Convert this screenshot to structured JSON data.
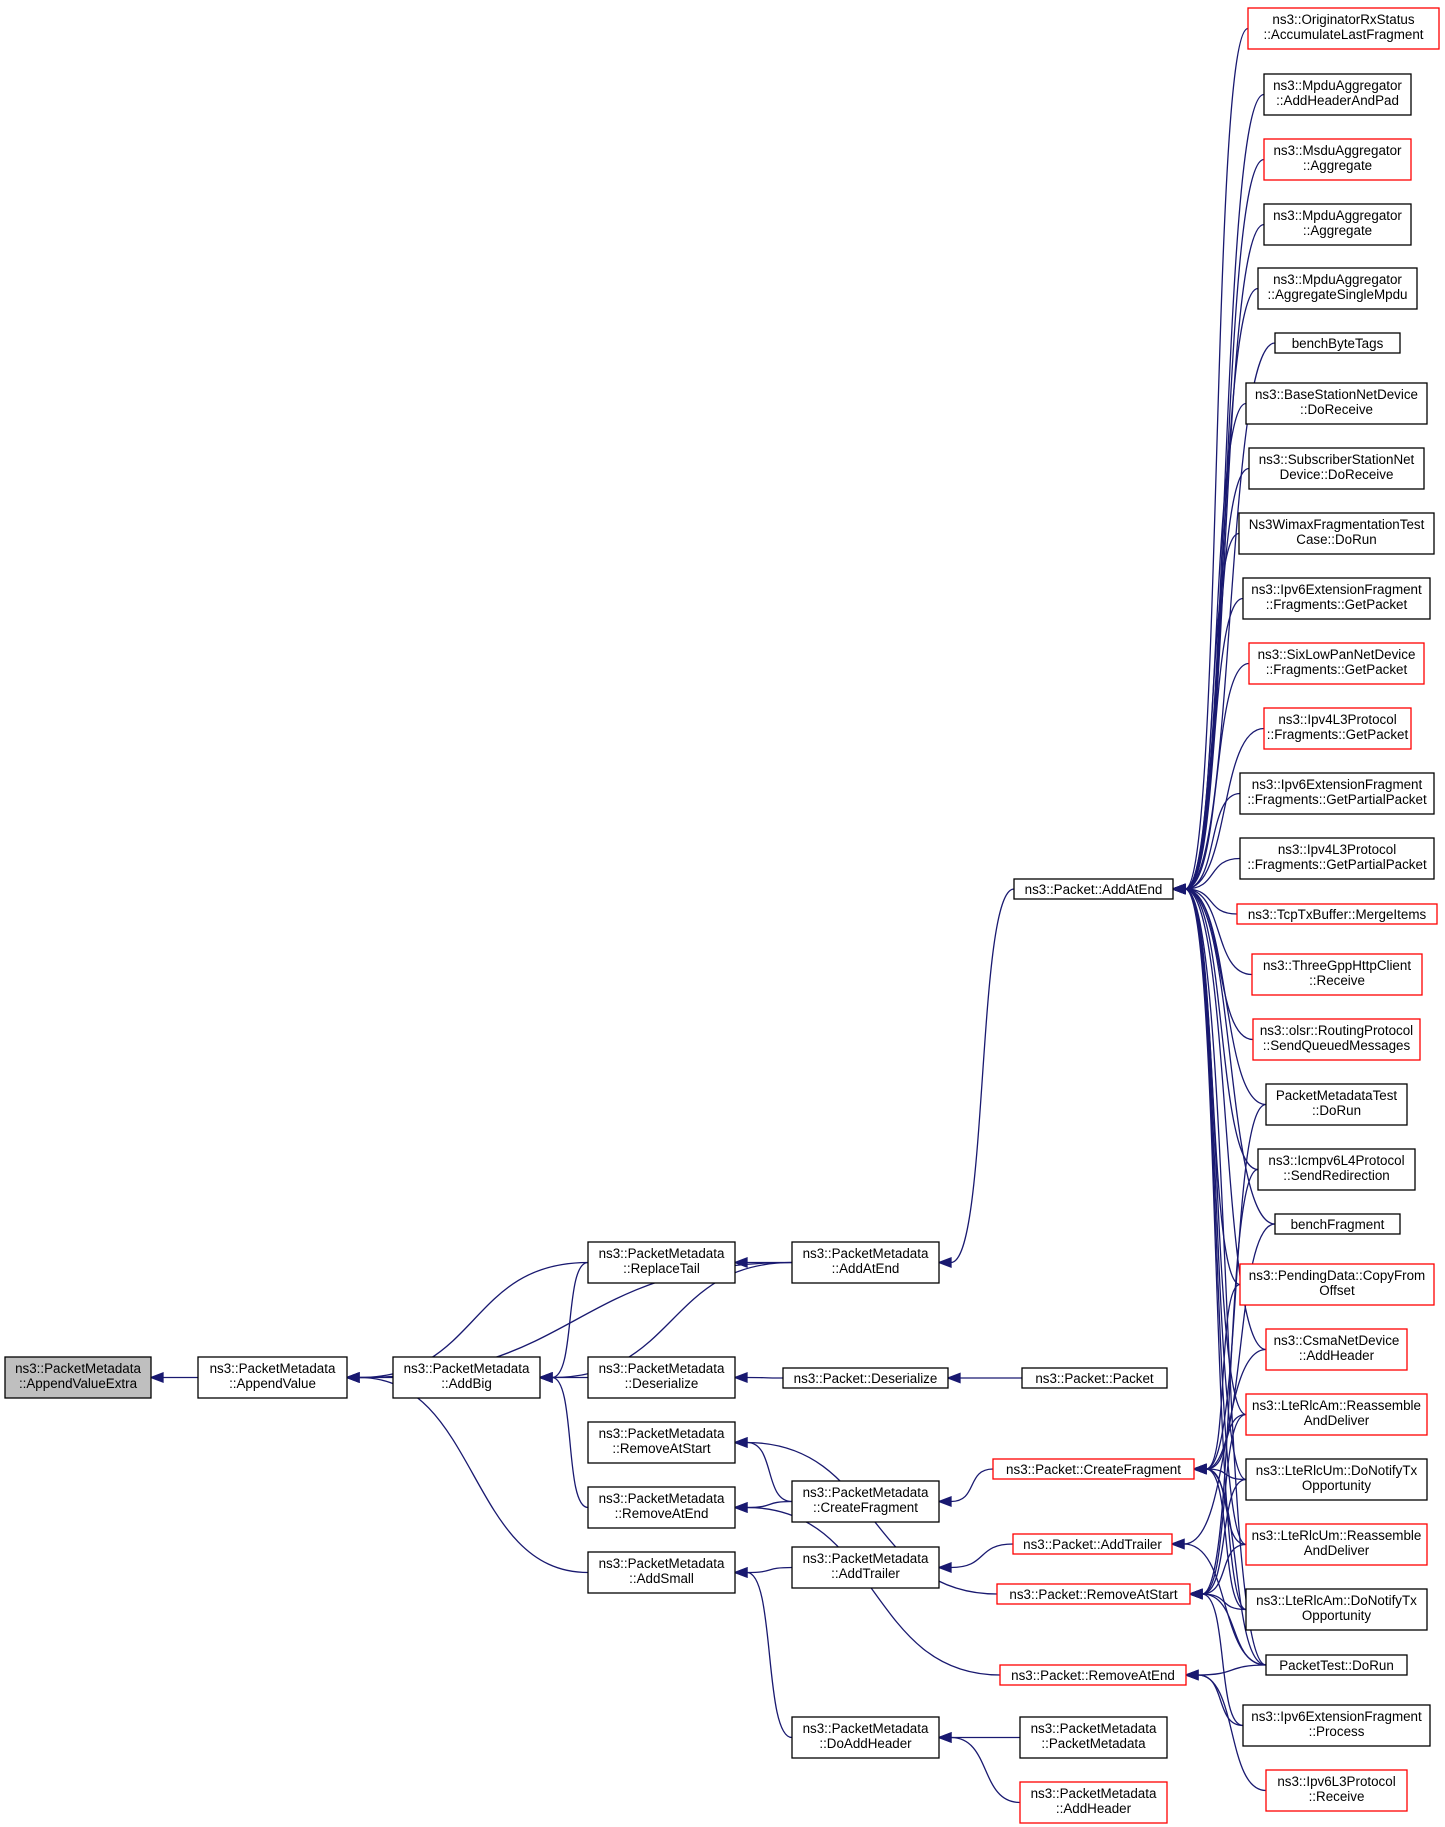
{
  "graph": {
    "colors": {
      "edge": "#191970",
      "truncated_border": "#ff0000",
      "normal_border": "#000000",
      "root_fill": "#bfbfbf"
    },
    "nodes": [
      {
        "id": "root",
        "lines": [
          "ns3::PacketMetadata",
          "::AppendValueExtra"
        ],
        "style": "root"
      },
      {
        "id": "appendValue",
        "lines": [
          "ns3::PacketMetadata",
          "::AppendValue"
        ],
        "style": "normal"
      },
      {
        "id": "addBig",
        "lines": [
          "ns3::PacketMetadata",
          "::AddBig"
        ],
        "style": "normal"
      },
      {
        "id": "replaceTail",
        "lines": [
          "ns3::PacketMetadata",
          "::ReplaceTail"
        ],
        "style": "normal"
      },
      {
        "id": "pmAddAtEnd",
        "lines": [
          "ns3::PacketMetadata",
          "::AddAtEnd"
        ],
        "style": "normal"
      },
      {
        "id": "pmDeserialize",
        "lines": [
          "ns3::PacketMetadata",
          "::Deserialize"
        ],
        "style": "normal"
      },
      {
        "id": "pDeserialize",
        "lines": [
          "ns3::Packet::Deserialize"
        ],
        "style": "normal"
      },
      {
        "id": "pPacket",
        "lines": [
          "ns3::Packet::Packet"
        ],
        "style": "normal"
      },
      {
        "id": "pmRemoveAtStart",
        "lines": [
          "ns3::PacketMetadata",
          "::RemoveAtStart"
        ],
        "style": "normal"
      },
      {
        "id": "pmRemoveAtEnd",
        "lines": [
          "ns3::PacketMetadata",
          "::RemoveAtEnd"
        ],
        "style": "normal"
      },
      {
        "id": "pmCreateFragment",
        "lines": [
          "ns3::PacketMetadata",
          "::CreateFragment"
        ],
        "style": "normal"
      },
      {
        "id": "addSmall",
        "lines": [
          "ns3::PacketMetadata",
          "::AddSmall"
        ],
        "style": "normal"
      },
      {
        "id": "pmAddTrailer",
        "lines": [
          "ns3::PacketMetadata",
          "::AddTrailer"
        ],
        "style": "normal"
      },
      {
        "id": "pmDoAddHeader",
        "lines": [
          "ns3::PacketMetadata",
          "::DoAddHeader"
        ],
        "style": "normal"
      },
      {
        "id": "pmPacketMetadata",
        "lines": [
          "ns3::PacketMetadata",
          "::PacketMetadata"
        ],
        "style": "normal"
      },
      {
        "id": "pmAddHeader",
        "lines": [
          "ns3::PacketMetadata",
          "::AddHeader"
        ],
        "style": "red"
      },
      {
        "id": "pAddAtEnd",
        "lines": [
          "ns3::Packet::AddAtEnd"
        ],
        "style": "normal"
      },
      {
        "id": "pCreateFragment",
        "lines": [
          "ns3::Packet::CreateFragment"
        ],
        "style": "red"
      },
      {
        "id": "pAddTrailer",
        "lines": [
          "ns3::Packet::AddTrailer"
        ],
        "style": "red"
      },
      {
        "id": "pRemoveAtStart",
        "lines": [
          "ns3::Packet::RemoveAtStart"
        ],
        "style": "red"
      },
      {
        "id": "pRemoveAtEnd",
        "lines": [
          "ns3::Packet::RemoveAtEnd"
        ],
        "style": "red"
      },
      {
        "id": "origRx",
        "lines": [
          "ns3::OriginatorRxStatus",
          "::AccumulateLastFragment"
        ],
        "style": "red"
      },
      {
        "id": "mpduAddHdr",
        "lines": [
          "ns3::MpduAggregator",
          "::AddHeaderAndPad"
        ],
        "style": "normal"
      },
      {
        "id": "msduAgg",
        "lines": [
          "ns3::MsduAggregator",
          "::Aggregate"
        ],
        "style": "red"
      },
      {
        "id": "mpduAgg",
        "lines": [
          "ns3::MpduAggregator",
          "::Aggregate"
        ],
        "style": "normal"
      },
      {
        "id": "mpduAggSingle",
        "lines": [
          "ns3::MpduAggregator",
          "::AggregateSingleMpdu"
        ],
        "style": "normal"
      },
      {
        "id": "benchByteTags",
        "lines": [
          "benchByteTags"
        ],
        "style": "normal"
      },
      {
        "id": "bsDoReceive",
        "lines": [
          "ns3::BaseStationNetDevice",
          "::DoReceive"
        ],
        "style": "normal"
      },
      {
        "id": "ssDoReceive",
        "lines": [
          "ns3::SubscriberStationNet",
          "Device::DoReceive"
        ],
        "style": "normal"
      },
      {
        "id": "wimaxFrag",
        "lines": [
          "Ns3WimaxFragmentationTest",
          "Case::DoRun"
        ],
        "style": "normal"
      },
      {
        "id": "ipv6ExtGet",
        "lines": [
          "ns3::Ipv6ExtensionFragment",
          "::Fragments::GetPacket"
        ],
        "style": "normal"
      },
      {
        "id": "sixLowPanGet",
        "lines": [
          "ns3::SixLowPanNetDevice",
          "::Fragments::GetPacket"
        ],
        "style": "red"
      },
      {
        "id": "ipv4Get",
        "lines": [
          "ns3::Ipv4L3Protocol",
          "::Fragments::GetPacket"
        ],
        "style": "red"
      },
      {
        "id": "ipv6ExtPartial",
        "lines": [
          "ns3::Ipv6ExtensionFragment",
          "::Fragments::GetPartialPacket"
        ],
        "style": "normal"
      },
      {
        "id": "ipv4Partial",
        "lines": [
          "ns3::Ipv4L3Protocol",
          "::Fragments::GetPartialPacket"
        ],
        "style": "normal"
      },
      {
        "id": "tcpTx",
        "lines": [
          "ns3::TcpTxBuffer::MergeItems"
        ],
        "style": "red"
      },
      {
        "id": "threeGpp",
        "lines": [
          "ns3::ThreeGppHttpClient",
          "::Receive"
        ],
        "style": "red"
      },
      {
        "id": "olsr",
        "lines": [
          "ns3::olsr::RoutingProtocol",
          "::SendQueuedMessages"
        ],
        "style": "red"
      },
      {
        "id": "pmTest",
        "lines": [
          "PacketMetadataTest",
          "::DoRun"
        ],
        "style": "normal"
      },
      {
        "id": "icmpv6",
        "lines": [
          "ns3::Icmpv6L4Protocol",
          "::SendRedirection"
        ],
        "style": "normal"
      },
      {
        "id": "benchFragment",
        "lines": [
          "benchFragment"
        ],
        "style": "normal"
      },
      {
        "id": "pendingData",
        "lines": [
          "ns3::PendingData::CopyFrom",
          "Offset"
        ],
        "style": "red"
      },
      {
        "id": "csma",
        "lines": [
          "ns3::CsmaNetDevice",
          "::AddHeader"
        ],
        "style": "red"
      },
      {
        "id": "rlcAmReasm",
        "lines": [
          "ns3::LteRlcAm::Reassemble",
          "AndDeliver"
        ],
        "style": "red"
      },
      {
        "id": "rlcUmNotify",
        "lines": [
          "ns3::LteRlcUm::DoNotifyTx",
          "Opportunity"
        ],
        "style": "normal"
      },
      {
        "id": "rlcUmReasm",
        "lines": [
          "ns3::LteRlcUm::Reassemble",
          "AndDeliver"
        ],
        "style": "red"
      },
      {
        "id": "rlcAmNotify",
        "lines": [
          "ns3::LteRlcAm::DoNotifyTx",
          "Opportunity"
        ],
        "style": "normal"
      },
      {
        "id": "packetTest",
        "lines": [
          "PacketTest::DoRun"
        ],
        "style": "normal"
      },
      {
        "id": "ipv6ExtProcess",
        "lines": [
          "ns3::Ipv6ExtensionFragment",
          "::Process"
        ],
        "style": "normal"
      },
      {
        "id": "ipv6L3Receive",
        "lines": [
          "ns3::Ipv6L3Protocol",
          "::Receive"
        ],
        "style": "red"
      }
    ],
    "edges": [
      [
        "appendValue",
        "root"
      ],
      [
        "addBig",
        "appendValue"
      ],
      [
        "replaceTail",
        "appendValue"
      ],
      [
        "pmAddAtEnd",
        "appendValue"
      ],
      [
        "addSmall",
        "appendValue"
      ],
      [
        "pmDeserialize",
        "addBig"
      ],
      [
        "replaceTail",
        "addBig"
      ],
      [
        "pmAddAtEnd",
        "addBig"
      ],
      [
        "pmRemoveAtEnd",
        "addBig"
      ],
      [
        "pmAddAtEnd",
        "replaceTail"
      ],
      [
        "pAddAtEnd",
        "pmAddAtEnd"
      ],
      [
        "pDeserialize",
        "pmDeserialize"
      ],
      [
        "pPacket",
        "pDeserialize"
      ],
      [
        "pmCreateFragment",
        "pmRemoveAtStart"
      ],
      [
        "pRemoveAtStart",
        "pmRemoveAtStart"
      ],
      [
        "pmCreateFragment",
        "pmRemoveAtEnd"
      ],
      [
        "pRemoveAtEnd",
        "pmRemoveAtEnd"
      ],
      [
        "pCreateFragment",
        "pmCreateFragment"
      ],
      [
        "pmAddTrailer",
        "addSmall"
      ],
      [
        "pmDoAddHeader",
        "addSmall"
      ],
      [
        "pAddTrailer",
        "pmAddTrailer"
      ],
      [
        "pmPacketMetadata",
        "pmDoAddHeader"
      ],
      [
        "pmAddHeader",
        "pmDoAddHeader"
      ],
      [
        "origRx",
        "pAddAtEnd"
      ],
      [
        "mpduAddHdr",
        "pAddAtEnd"
      ],
      [
        "msduAgg",
        "pAddAtEnd"
      ],
      [
        "mpduAgg",
        "pAddAtEnd"
      ],
      [
        "mpduAggSingle",
        "pAddAtEnd"
      ],
      [
        "benchByteTags",
        "pAddAtEnd"
      ],
      [
        "bsDoReceive",
        "pAddAtEnd"
      ],
      [
        "ssDoReceive",
        "pAddAtEnd"
      ],
      [
        "wimaxFrag",
        "pAddAtEnd"
      ],
      [
        "ipv6ExtGet",
        "pAddAtEnd"
      ],
      [
        "sixLowPanGet",
        "pAddAtEnd"
      ],
      [
        "ipv4Get",
        "pAddAtEnd"
      ],
      [
        "ipv6ExtPartial",
        "pAddAtEnd"
      ],
      [
        "ipv4Partial",
        "pAddAtEnd"
      ],
      [
        "tcpTx",
        "pAddAtEnd"
      ],
      [
        "threeGpp",
        "pAddAtEnd"
      ],
      [
        "olsr",
        "pAddAtEnd"
      ],
      [
        "pmTest",
        "pAddAtEnd"
      ],
      [
        "icmpv6",
        "pAddAtEnd"
      ],
      [
        "benchFragment",
        "pAddAtEnd"
      ],
      [
        "pendingData",
        "pAddAtEnd"
      ],
      [
        "csma",
        "pAddAtEnd"
      ],
      [
        "rlcAmReasm",
        "pAddAtEnd"
      ],
      [
        "rlcUmNotify",
        "pAddAtEnd"
      ],
      [
        "rlcUmReasm",
        "pAddAtEnd"
      ],
      [
        "rlcAmNotify",
        "pAddAtEnd"
      ],
      [
        "packetTest",
        "pAddAtEnd"
      ],
      [
        "pmTest",
        "pCreateFragment"
      ],
      [
        "benchFragment",
        "pCreateFragment"
      ],
      [
        "pendingData",
        "pCreateFragment"
      ],
      [
        "rlcAmReasm",
        "pCreateFragment"
      ],
      [
        "rlcUmNotify",
        "pCreateFragment"
      ],
      [
        "rlcUmReasm",
        "pCreateFragment"
      ],
      [
        "rlcAmNotify",
        "pCreateFragment"
      ],
      [
        "packetTest",
        "pCreateFragment"
      ],
      [
        "csma",
        "pAddTrailer"
      ],
      [
        "packetTest",
        "pAddTrailer"
      ],
      [
        "icmpv6",
        "pRemoveAtStart"
      ],
      [
        "rlcAmReasm",
        "pRemoveAtStart"
      ],
      [
        "rlcUmNotify",
        "pRemoveAtStart"
      ],
      [
        "rlcUmReasm",
        "pRemoveAtStart"
      ],
      [
        "rlcAmNotify",
        "pRemoveAtStart"
      ],
      [
        "packetTest",
        "pRemoveAtStart"
      ],
      [
        "ipv6ExtProcess",
        "pRemoveAtStart"
      ],
      [
        "packetTest",
        "pRemoveAtEnd"
      ],
      [
        "ipv6ExtProcess",
        "pRemoveAtEnd"
      ],
      [
        "ipv6L3Receive",
        "pRemoveAtEnd"
      ]
    ]
  }
}
